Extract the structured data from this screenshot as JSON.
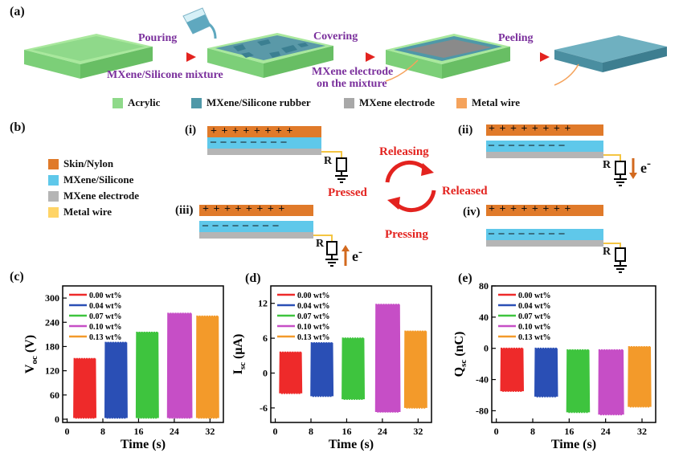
{
  "panel_labels": {
    "a": "(a)",
    "b": "(b)",
    "c": "(c)",
    "d": "(d)",
    "e": "(e)"
  },
  "process": {
    "pouring": "Pouring",
    "mixture": "MXene/Silicone mixture",
    "covering": "Covering",
    "covering_sub1": "MXene electrode",
    "covering_sub2": "on the mixture",
    "peeling": "Peeling"
  },
  "legend_a": [
    {
      "label": "Acrylic",
      "color": "#8fd98a"
    },
    {
      "label": "MXene/Silicone rubber",
      "color": "#4f98a8"
    },
    {
      "label": "MXene electrode",
      "color": "#a8a8a8"
    },
    {
      "label": "Metal wire",
      "color": "#f5a35c"
    }
  ],
  "legend_b": [
    {
      "label": "Skin/Nylon",
      "color": "#e07a2a"
    },
    {
      "label": "MXene/Silicone",
      "color": "#5fc8ea"
    },
    {
      "label": "MXene electrode",
      "color": "#b5b5b5"
    },
    {
      "label": "Metal wire",
      "color": "#ffd466"
    }
  ],
  "mechanism": {
    "i": "(i)",
    "ii": "(ii)",
    "iii": "(iii)",
    "iv": "(iv)",
    "releasing": "Releasing",
    "pressed": "Pressed",
    "pressing": "Pressing",
    "released": "Released",
    "resistor": "R",
    "electron": "e",
    "plus": "+ + + + + + + +",
    "minus": "– – – – – – – –"
  },
  "charts": {
    "series_names": [
      "0.00 wt%",
      "0.04 wt%",
      "0.07 wt%",
      "0.10 wt%",
      "0.13 wt%"
    ],
    "colors": [
      "#ee2a2a",
      "#2a4fb5",
      "#3ec43e",
      "#c64ec6",
      "#f39a2a"
    ],
    "xlabel": "Time (s)",
    "c_ylabel": "V",
    "c_ylabel_sub": "oc",
    "c_ylabel_unit": " (V)",
    "d_ylabel": "I",
    "d_ylabel_sub": "sc",
    "d_ylabel_unit": " (μA)",
    "e_ylabel": "Q",
    "e_ylabel_sub": "sc",
    "e_ylabel_unit": " (nC)"
  },
  "chart_data": [
    {
      "type": "line",
      "id": "c",
      "x_ticks": [
        0,
        8,
        16,
        24,
        32
      ],
      "xlim": [
        -1,
        35
      ],
      "y_ticks": [
        0,
        60,
        120,
        180,
        240,
        300
      ],
      "ylim": [
        -8,
        330
      ],
      "series": [
        {
          "name": "0.00 wt%",
          "x_range": [
            1.5,
            6.5
          ],
          "low": 3,
          "high": 150,
          "pulses": 9
        },
        {
          "name": "0.04 wt%",
          "x_range": [
            8.5,
            13.5
          ],
          "low": 3,
          "high": 190,
          "pulses": 9
        },
        {
          "name": "0.07 wt%",
          "x_range": [
            15.5,
            20.5
          ],
          "low": 3,
          "high": 215,
          "pulses": 9
        },
        {
          "name": "0.10 wt%",
          "x_range": [
            22.5,
            28
          ],
          "low": 3,
          "high": 262,
          "pulses": 10
        },
        {
          "name": "0.13 wt%",
          "x_range": [
            29,
            34
          ],
          "low": 3,
          "high": 255,
          "pulses": 9
        }
      ]
    },
    {
      "type": "line",
      "id": "d",
      "x_ticks": [
        0,
        8,
        16,
        24,
        32
      ],
      "xlim": [
        -1,
        35
      ],
      "y_ticks": [
        -6,
        0,
        6,
        12
      ],
      "ylim": [
        -8.5,
        15
      ],
      "series": [
        {
          "name": "0.00 wt%",
          "x_range": [
            1,
            6
          ],
          "low": -3.5,
          "high": 3.6,
          "pulses": 9
        },
        {
          "name": "0.04 wt%",
          "x_range": [
            8,
            13
          ],
          "low": -4,
          "high": 5.2,
          "pulses": 9
        },
        {
          "name": "0.07 wt%",
          "x_range": [
            15,
            20
          ],
          "low": -4.5,
          "high": 6,
          "pulses": 9
        },
        {
          "name": "0.10 wt%",
          "x_range": [
            22.5,
            28
          ],
          "low": -6.7,
          "high": 11.8,
          "pulses": 10
        },
        {
          "name": "0.13 wt%",
          "x_range": [
            29,
            34
          ],
          "low": -6,
          "high": 7.2,
          "pulses": 9
        }
      ]
    },
    {
      "type": "line",
      "id": "e",
      "x_ticks": [
        0,
        8,
        16,
        24,
        32
      ],
      "xlim": [
        -1,
        35
      ],
      "y_ticks": [
        -80,
        -40,
        0,
        40,
        80
      ],
      "ylim": [
        -95,
        80
      ],
      "series": [
        {
          "name": "0.00 wt%",
          "x_range": [
            1,
            6
          ],
          "low": -55,
          "high": 0,
          "pulses": 9
        },
        {
          "name": "0.04 wt%",
          "x_range": [
            8.5,
            13.5
          ],
          "low": -62,
          "high": 0,
          "pulses": 9
        },
        {
          "name": "0.07 wt%",
          "x_range": [
            15.5,
            20.5
          ],
          "low": -82,
          "high": -2,
          "pulses": 9
        },
        {
          "name": "0.10 wt%",
          "x_range": [
            22.5,
            28
          ],
          "low": -85,
          "high": -2,
          "pulses": 10
        },
        {
          "name": "0.13 wt%",
          "x_range": [
            29,
            34
          ],
          "low": -75,
          "high": 2,
          "pulses": 9
        }
      ]
    }
  ]
}
